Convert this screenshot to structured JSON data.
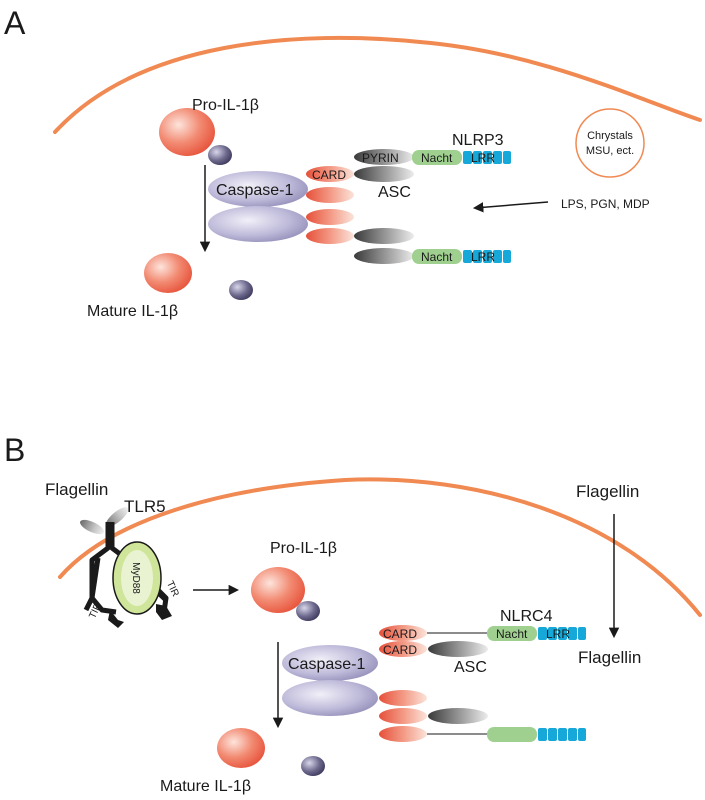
{
  "panel_a": {
    "letter": "A",
    "pro_il1b": "Pro-IL-1β",
    "mature_il1b": "Mature IL-1β",
    "caspase": "Caspase-1",
    "card": "CARD",
    "asc": "ASC",
    "pyrin": "PYRIN",
    "nacht_top": "Nacht",
    "lrr_top": "LRR",
    "nacht_bottom": "Nacht",
    "lrr_bottom": "LRR",
    "nlrp3": "NLRP3",
    "crystals_line1": "Chrystals",
    "crystals_line2": "MSU, ect.",
    "stimuli": "LPS, PGN, MDP"
  },
  "panel_b": {
    "letter": "B",
    "flagellin_left": "Flagellin",
    "tlr5": "TLR5",
    "myd88": "MyD88",
    "tir_left": "TIR",
    "tir_right": "TIR",
    "pro_il1b": "Pro-IL-1β",
    "mature_il1b": "Mature IL-1β",
    "caspase": "Caspase-1",
    "card_top": "CARD",
    "card_mid": "CARD",
    "asc": "ASC",
    "nacht": "Nacht",
    "lrr": "LRR",
    "nlrc4": "NLRC4",
    "flagellin_outside": "Flagellin",
    "flagellin_inside": "Flagellin"
  },
  "colors": {
    "membrane": "#f08a52",
    "il1b": "#ef7a66",
    "small_protein": "#6e6a8e",
    "caspase": "#b6b2d4",
    "card": "#ee7a62",
    "asc": "#7a7a7a",
    "nacht": "#9fd08f",
    "lrr": "#16a8d8",
    "myd88": "#cfe59a"
  }
}
